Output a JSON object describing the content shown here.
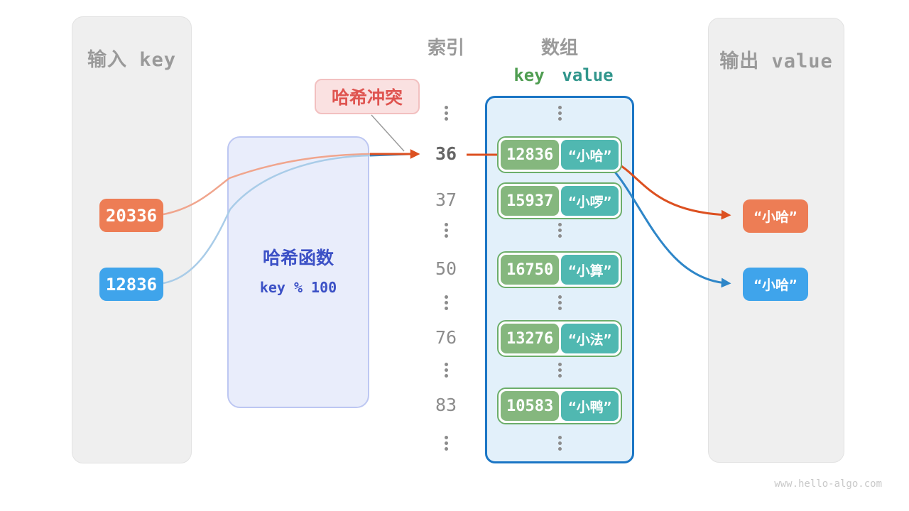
{
  "page": {
    "watermark": "www.hello-algo.com"
  },
  "input_panel": {
    "title": "输入 key",
    "keys": [
      {
        "value": "20336",
        "color": "#ed7d55"
      },
      {
        "value": "12836",
        "color": "#3fa4eb"
      }
    ]
  },
  "hash_function": {
    "title": "哈希函数",
    "formula": "key % 100"
  },
  "collision_label": {
    "text": "哈希冲突"
  },
  "index_column": {
    "title": "索引",
    "items": [
      "⋮",
      "36",
      "37",
      "⋮",
      "50",
      "⋮",
      "76",
      "⋮",
      "83",
      "⋮"
    ]
  },
  "array": {
    "title": "数组",
    "key_header": "key",
    "value_header": "value",
    "rows": [
      {
        "key": "12836",
        "value": "“小哈”"
      },
      {
        "key": "15937",
        "value": "“小啰”"
      },
      {
        "key": "16750",
        "value": "“小算”"
      },
      {
        "key": "13276",
        "value": "“小法”"
      },
      {
        "key": "10583",
        "value": "“小鸭”"
      }
    ]
  },
  "output_panel": {
    "title": "输出 value",
    "values": [
      {
        "text": "“小哈”",
        "color": "#ed7d55"
      },
      {
        "text": "“小哈”",
        "color": "#3fa4eb"
      }
    ]
  },
  "colors": {
    "orange_box": "#ed7d55",
    "blue_box": "#3fa4eb",
    "orange_arrow": "#dc5020",
    "blue_arrow": "#2e86c8",
    "light_orange_arrow": "#f0a58d",
    "light_blue_arrow": "#a9cce8",
    "key_green": "#85b77e",
    "value_teal": "#50b8b1",
    "key_header_green": "#4f9d51",
    "value_header_teal": "#31968c",
    "array_border_blue": "#1b76c5",
    "hash_box_text": "#3c51c6",
    "collision_red": "#df5450",
    "panel_gray": "#efefef"
  }
}
